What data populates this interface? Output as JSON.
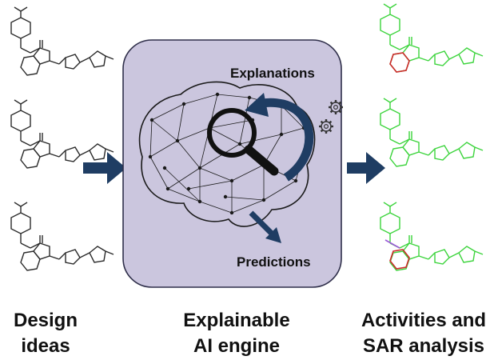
{
  "engine": {
    "explanations_label": "Explanations",
    "predictions_label": "Predictions"
  },
  "captions": {
    "design": [
      "Design",
      "ideas"
    ],
    "engine": [
      "Explainable",
      "AI engine"
    ],
    "results": [
      "Activities and",
      "SAR analysis"
    ]
  },
  "colors": {
    "box_fill": "#cbc6de",
    "box_stroke": "#2f2f4a",
    "arrow": "#1f3d63",
    "molecule_black": "#2a2a2a",
    "molecule_green": "#3cd43c",
    "molecule_red": "#cc2a2a",
    "text": "#111111"
  },
  "icons": [
    "magnifier-icon",
    "gear-icon",
    "brain-network-icon"
  ]
}
